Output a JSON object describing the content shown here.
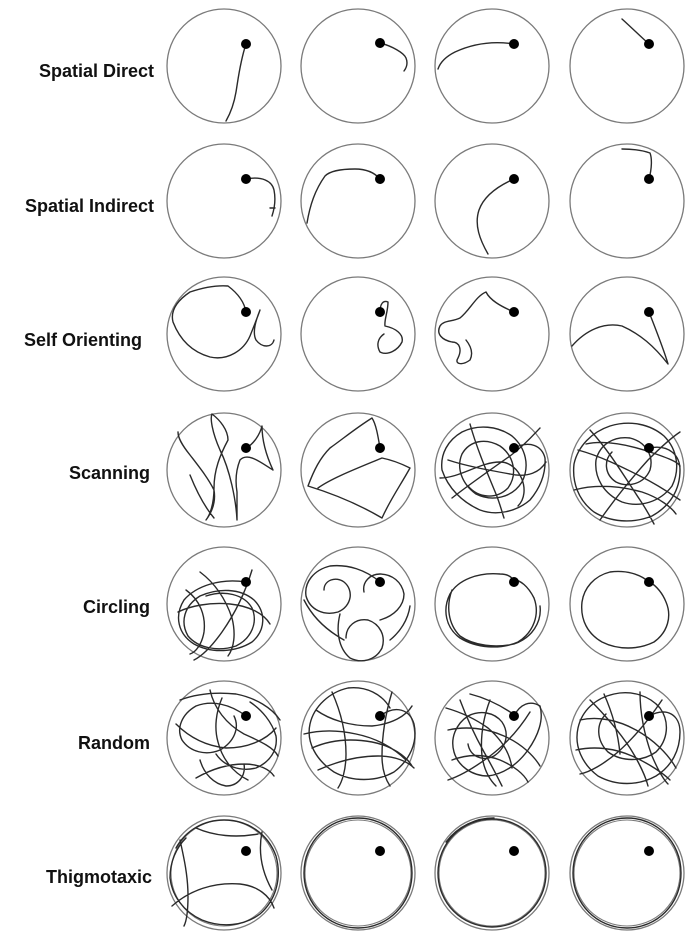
{
  "figure": {
    "rows": [
      {
        "key": "spatial-direct",
        "label": "Spatial Direct"
      },
      {
        "key": "spatial-indirect",
        "label": "Spatial Indirect"
      },
      {
        "key": "self-orienting",
        "label": "Self Orienting"
      },
      {
        "key": "scanning",
        "label": "Scanning"
      },
      {
        "key": "circling",
        "label": "Circling"
      },
      {
        "key": "random",
        "label": "Random"
      },
      {
        "key": "thigmotaxic",
        "label": "Thigmotaxic"
      }
    ],
    "columns_per_row": 4,
    "colors": {
      "arena_outline": "#7a7a7a",
      "swim_path": "#2a2a2a",
      "platform": "#000000",
      "label_text": "#111111",
      "background": "#ffffff"
    }
  }
}
